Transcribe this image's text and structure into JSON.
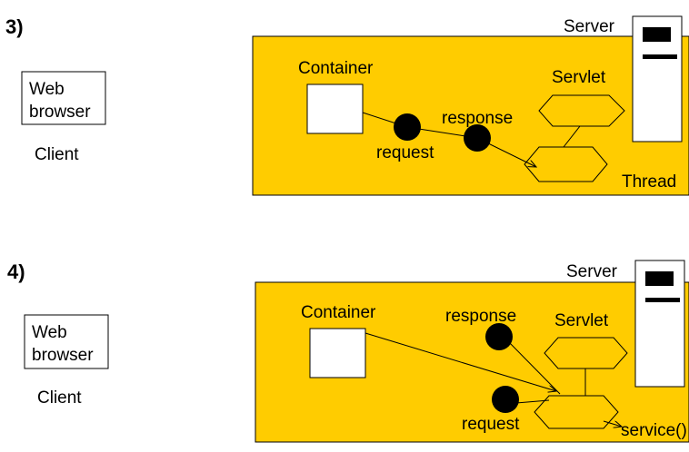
{
  "colors": {
    "panel": "#FFCC00",
    "stroke": "#000000",
    "box": "#FFFFFF"
  },
  "panels": [
    {
      "step": "3)",
      "browser_line1": "Web",
      "browser_line2": "browser",
      "client": "Client",
      "server": "Server",
      "container": "Container",
      "servlet": "Servlet",
      "response": "response",
      "request": "request",
      "thread": "Thread"
    },
    {
      "step": "4)",
      "browser_line1": "Web",
      "browser_line2": "browser",
      "client": "Client",
      "server": "Server",
      "container": "Container",
      "servlet": "Servlet",
      "response": "response",
      "request": "request",
      "service": "service()"
    }
  ]
}
